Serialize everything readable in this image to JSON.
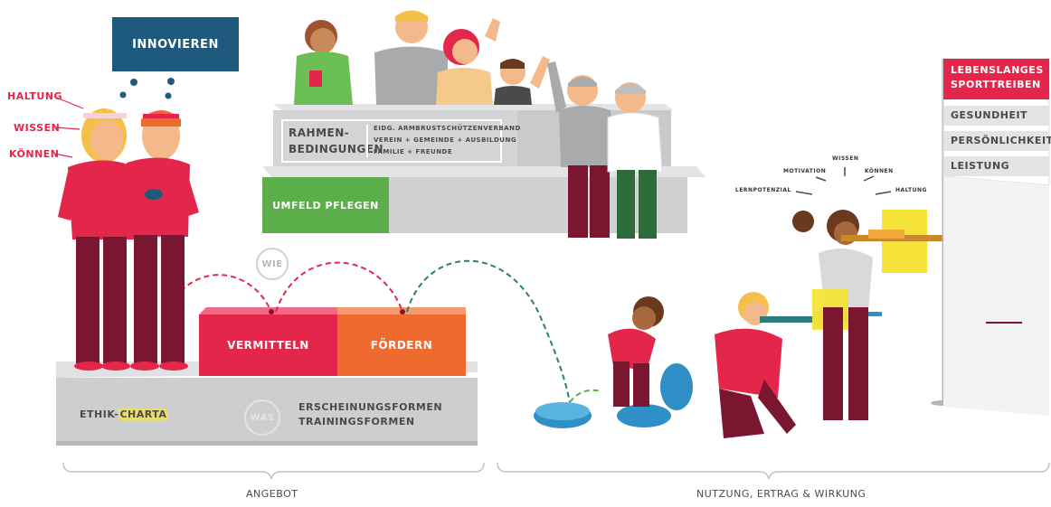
{
  "top_box": {
    "innovieren": "INNOVIEREN"
  },
  "person_labels": {
    "haltung": "HALTUNG",
    "wissen": "WISSEN",
    "koennen": "KÖNNEN"
  },
  "rahmen": {
    "title_line1": "RAHMEN-",
    "title_line2": "BEDINGUNGEN",
    "detail_line1": "EIDG. ARMBRUSTSCHÜTZENVERBAND",
    "detail_line2": "VEREIN + GEMEINDE + AUSBILDUNG",
    "detail_line3": "FAMILIE + FREUNDE"
  },
  "umfeld": {
    "label": "UMFELD PFLEGEN"
  },
  "wie": {
    "label": "WIE"
  },
  "was": {
    "label": "WAS"
  },
  "vermitteln": {
    "label": "VERMITTELN"
  },
  "foerdern": {
    "label": "FÖRDERN"
  },
  "ethik": {
    "prefix": "ETHIK-",
    "highlight": "CHARTA"
  },
  "formen": {
    "line1": "ERSCHEINUNGSFORMEN",
    "line2": "TRAININGSFORMEN"
  },
  "shooter_labels": {
    "lernpotenzial": "LERNPOTENZIAL",
    "motivation": "MOTIVATION",
    "wissen": "WISSEN",
    "koennen": "KÖNNEN",
    "haltung": "HALTUNG"
  },
  "flag": {
    "title_line1": "LEBENSLANGES",
    "title_line2": "SPORTTREIBEN",
    "items": [
      "GESUNDHEIT",
      "PERSÖNLICHKEIT",
      "LEISTUNG"
    ]
  },
  "bottom": {
    "angebot": "ANGEBOT",
    "nutzung": "NUTZUNG, ERTRAG & WIRKUNG"
  },
  "colors": {
    "innovieren": "#1d5a7e",
    "vermitteln": "#e4264b",
    "foerdern": "#ef6a2f",
    "umfeld": "#5bae4a",
    "platform": "#cfd0d2",
    "red_text": "#e4264b",
    "text_grey": "#4a4a4a"
  }
}
